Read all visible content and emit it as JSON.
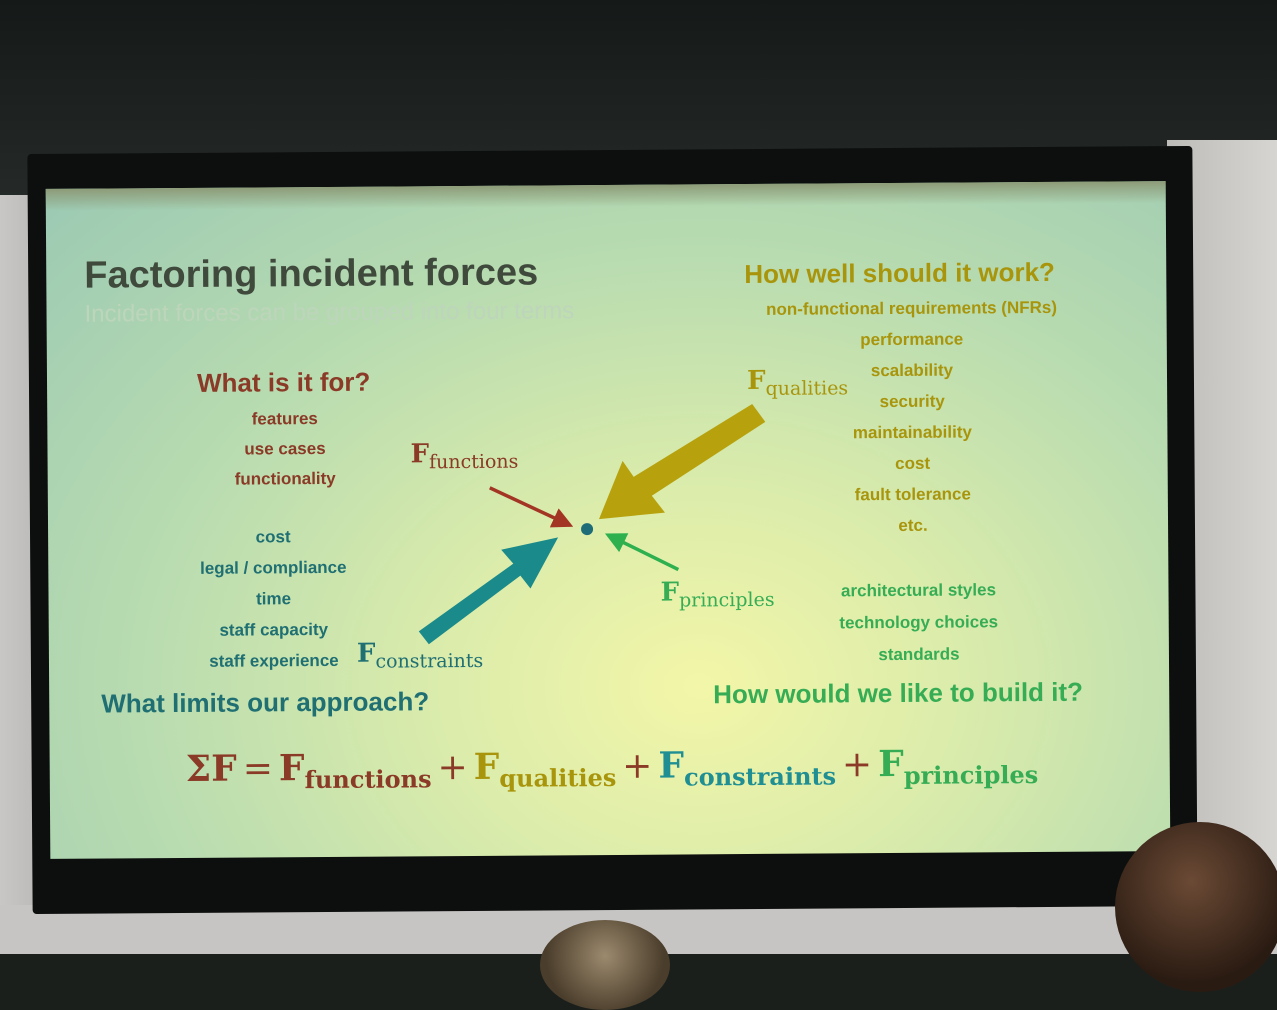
{
  "slide": {
    "title": "Factoring incident forces",
    "subtitle": "Incident forces can be grouped into four terms"
  },
  "functions": {
    "heading": "What is it for?",
    "items": [
      "features",
      "use cases",
      "functionality"
    ],
    "force_symbol": "F",
    "force_sub": "functions",
    "color": "#8a3a26"
  },
  "constraints": {
    "heading": "What limits our approach?",
    "items": [
      "cost",
      "legal / compliance",
      "time",
      "staff capacity",
      "staff experience"
    ],
    "force_symbol": "F",
    "force_sub": "constraints",
    "color": "#1f6f73"
  },
  "qualities": {
    "heading": "How well should it work?",
    "items": [
      "non-functional requirements (NFRs)",
      "performance",
      "scalability",
      "security",
      "maintainability",
      "cost",
      "fault tolerance",
      "etc."
    ],
    "force_symbol": "F",
    "force_sub": "qualities",
    "color": "#a8950c"
  },
  "principles": {
    "heading": "How would we like to build it?",
    "items": [
      "architectural styles",
      "technology choices",
      "standards"
    ],
    "force_symbol": "F",
    "force_sub": "principles",
    "color": "#36ad55"
  },
  "equation": {
    "sigma": "ΣF",
    "equals": "=",
    "plus": "+",
    "f": "F",
    "functions": "functions",
    "qualities": "qualities",
    "constraints": "constraints",
    "principles": "principles"
  },
  "icons": [
    "force-arrow-icon",
    "center-point-icon"
  ]
}
